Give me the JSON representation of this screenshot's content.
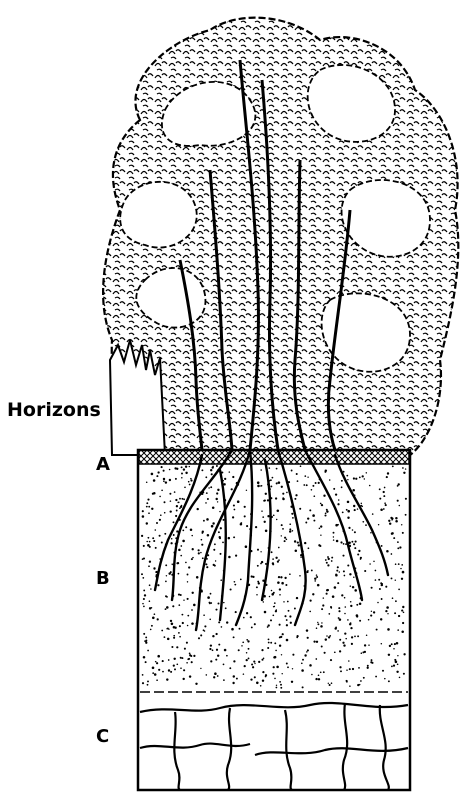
{
  "labels": {
    "heading": "Horizons",
    "horizons": [
      "A",
      "B",
      "C"
    ]
  },
  "colors": {
    "ink": "#000000",
    "paper": "#ffffff"
  }
}
